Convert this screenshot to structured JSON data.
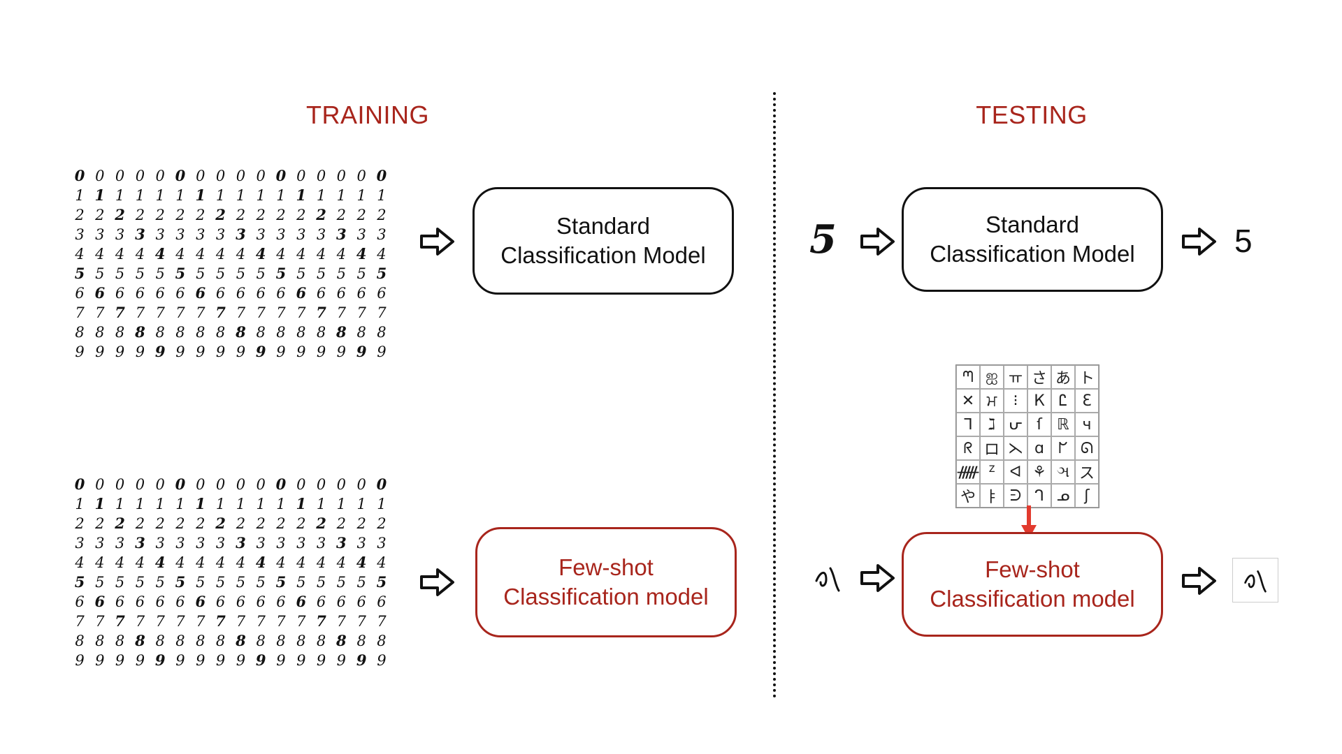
{
  "headings": {
    "training": "TRAINING",
    "testing": "TESTING"
  },
  "digit_rows": [
    "0000000000000000",
    "1111111111111111",
    "2222222222222222",
    "3333333333333333",
    "4444444444444444",
    "5555555555555555",
    "6666666666666666",
    "7777777777777777",
    "8888888888888888",
    "9999999999999999"
  ],
  "models": {
    "standard": "Standard\nClassification Model",
    "fewshot": "Few-shot\nClassification model"
  },
  "testing": {
    "standard_input": "5",
    "standard_output": "5"
  },
  "symbol_set": [
    "ᘉ",
    "ஐ",
    "ㅠ",
    "さ",
    "あ",
    "ト",
    "✕",
    "ਮ",
    "⁝",
    "К",
    "Ꮭ",
    "Ɛ",
    "ᒣ",
    "ℷ",
    "ᕂ",
    "ſ",
    "ℝ",
    "ч",
    "ᖇ",
    "ロ",
    "⋋",
    "ɑ",
    "ᖸ",
    "ᘏ",
    "ᚏ",
    "ᙆ",
    "ᐊ",
    "⚘",
    "ઞ",
    "ス",
    "や",
    "ㅑ",
    "ᕭ",
    "ᒉ",
    "ᓄ",
    "ʃ"
  ],
  "colors": {
    "accent": "#a8251c",
    "stroke": "#111111"
  },
  "icons": {
    "arrow": "outline-right-arrow-icon",
    "down": "red-down-arrow-icon",
    "query": "handwritten-character-icon"
  }
}
